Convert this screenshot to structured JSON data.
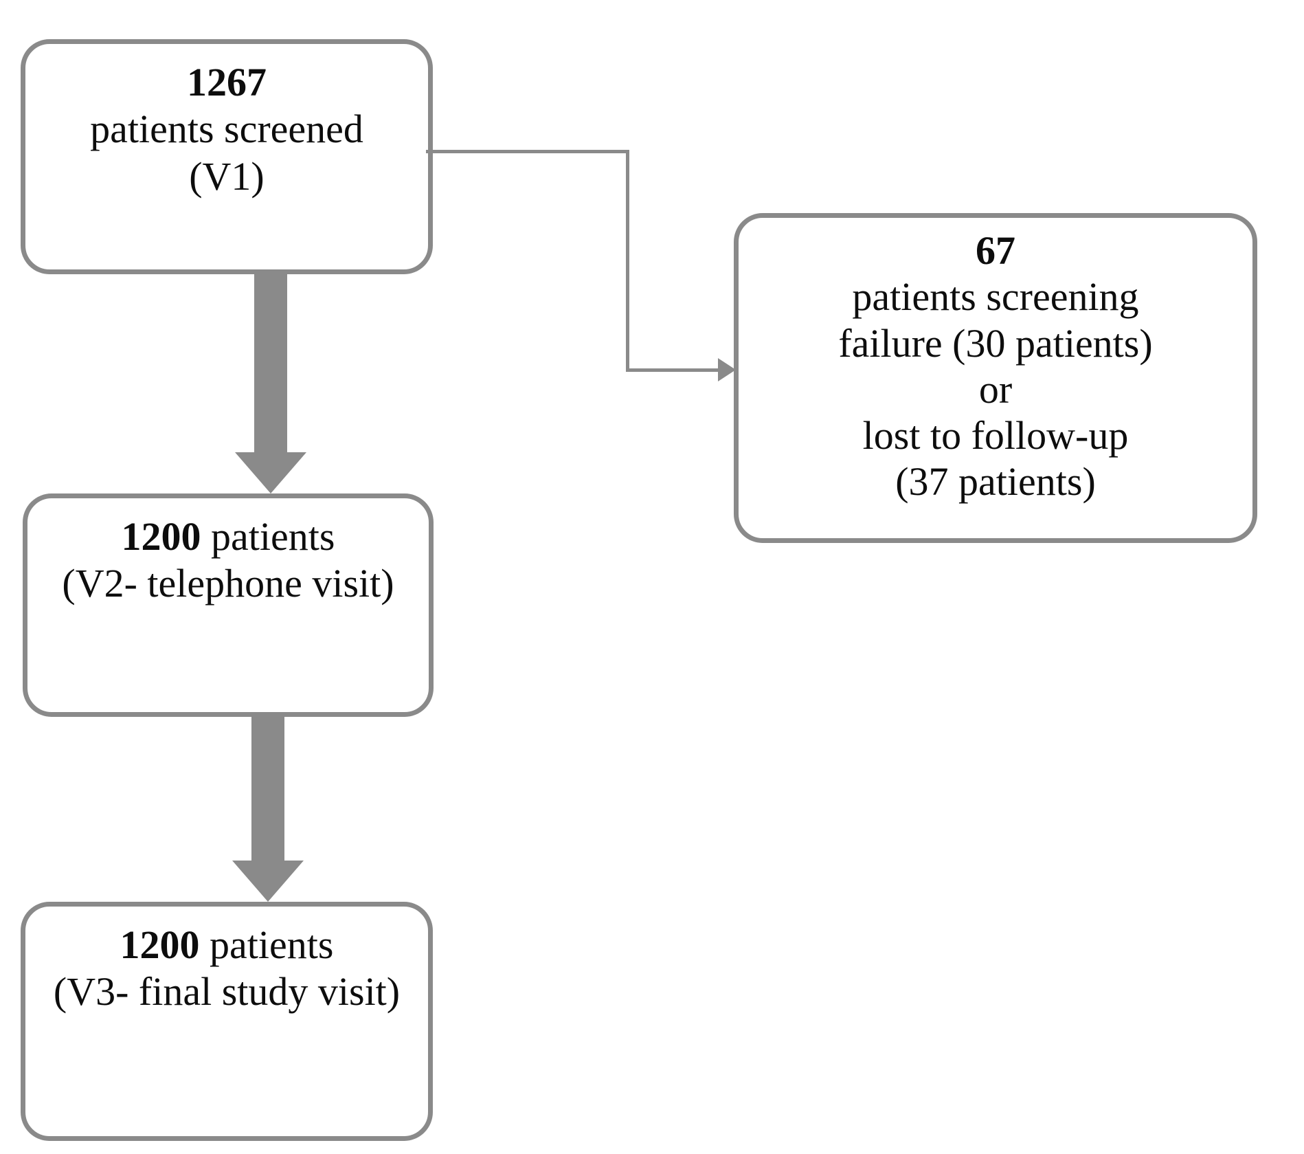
{
  "diagram": {
    "type": "patient-flow-chart",
    "accent_color": "#8a8a8a",
    "text_color": "#0d0d0d",
    "background": "#ffffff",
    "nodes": {
      "screened": {
        "count": "1267",
        "line2": "patients screened",
        "line3": "(V1)"
      },
      "excluded": {
        "count": "67",
        "line2": "patients screening",
        "line3": "failure (30 patients)",
        "line4": "or",
        "line5": "lost to follow-up",
        "line6": "(37 patients)"
      },
      "v2": {
        "count": "1200",
        "count_suffix": " patients",
        "line2": "(V2- telephone visit)"
      },
      "v3": {
        "count": "1200",
        "count_suffix": " patients",
        "line2": "(V3- final study visit)"
      }
    },
    "connectors": {
      "screened_to_excluded": "elbow-arrow-right",
      "screened_to_v2": "block-arrow-down",
      "v2_to_v3": "block-arrow-down"
    }
  }
}
